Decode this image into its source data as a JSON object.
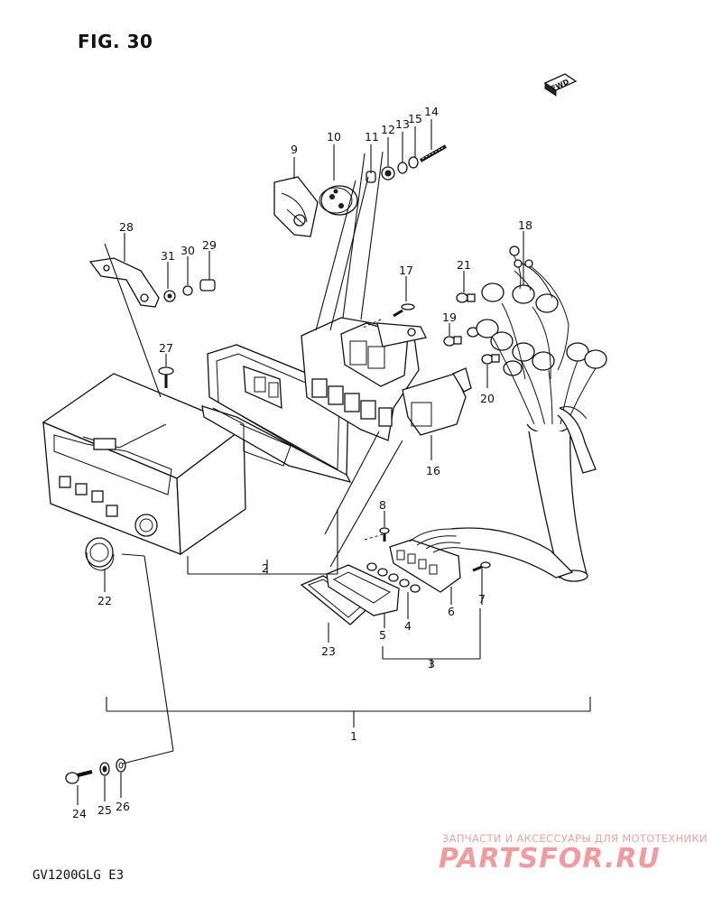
{
  "figure": {
    "title": "FIG. 30",
    "model": "GV1200GLG E3",
    "fwd_label": "FWD"
  },
  "watermark": {
    "tagline": "ЗАПЧАСТИ И АКСЕССУАРЫ ДЛЯ МОТОТЕХНИКИ",
    "logo": "PARTSFOR.RU",
    "color": "#ef9ba0"
  },
  "callouts": {
    "1": "1",
    "2": "2",
    "3": "3",
    "4": "4",
    "5": "5",
    "6": "6",
    "7": "7",
    "8": "8",
    "9": "9",
    "10": "10",
    "11": "11",
    "12": "12",
    "13": "13",
    "14": "14",
    "15": "15",
    "16": "16",
    "17": "17",
    "18": "18",
    "19": "19",
    "20": "20",
    "21": "21",
    "22": "22",
    "23": "23",
    "24": "24",
    "25": "25",
    "26": "26",
    "27": "27",
    "28": "28",
    "29": "29",
    "30": "30",
    "31": "31"
  }
}
